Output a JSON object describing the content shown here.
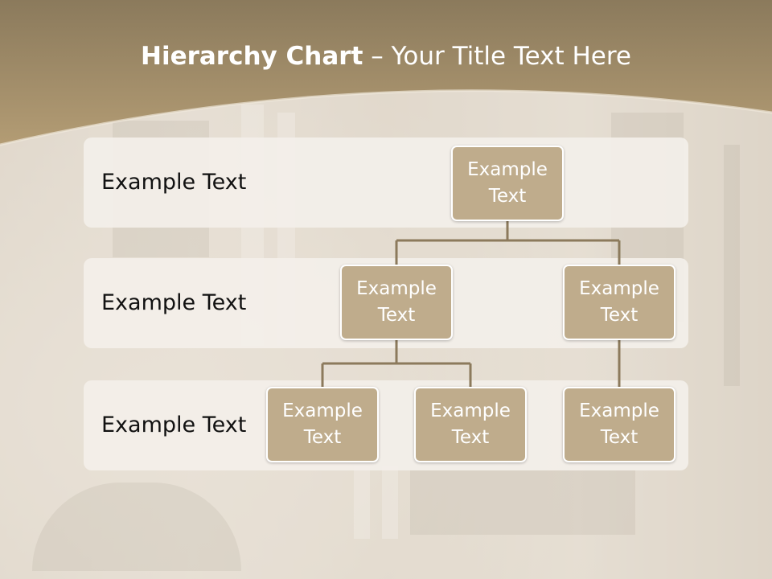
{
  "slide": {
    "title_bold": "Hierarchy Chart",
    "title_rest": " – Your Title Text Here"
  },
  "levels": [
    {
      "label": "Example Text"
    },
    {
      "label": "Example Text"
    },
    {
      "label": "Example Text"
    }
  ],
  "nodes": {
    "root": {
      "text": "Example\nText"
    },
    "l2_left": {
      "text": "Example\nText"
    },
    "l2_right": {
      "text": "Example\nText"
    },
    "l3_a": {
      "text": "Example\nText"
    },
    "l3_b": {
      "text": "Example\nText"
    },
    "l3_c": {
      "text": "Example\nText"
    }
  },
  "colors": {
    "header": "#a28e6b",
    "node_fill": "#bfac8c",
    "connector": "#8c7a5c",
    "band": "#f3efe9"
  }
}
